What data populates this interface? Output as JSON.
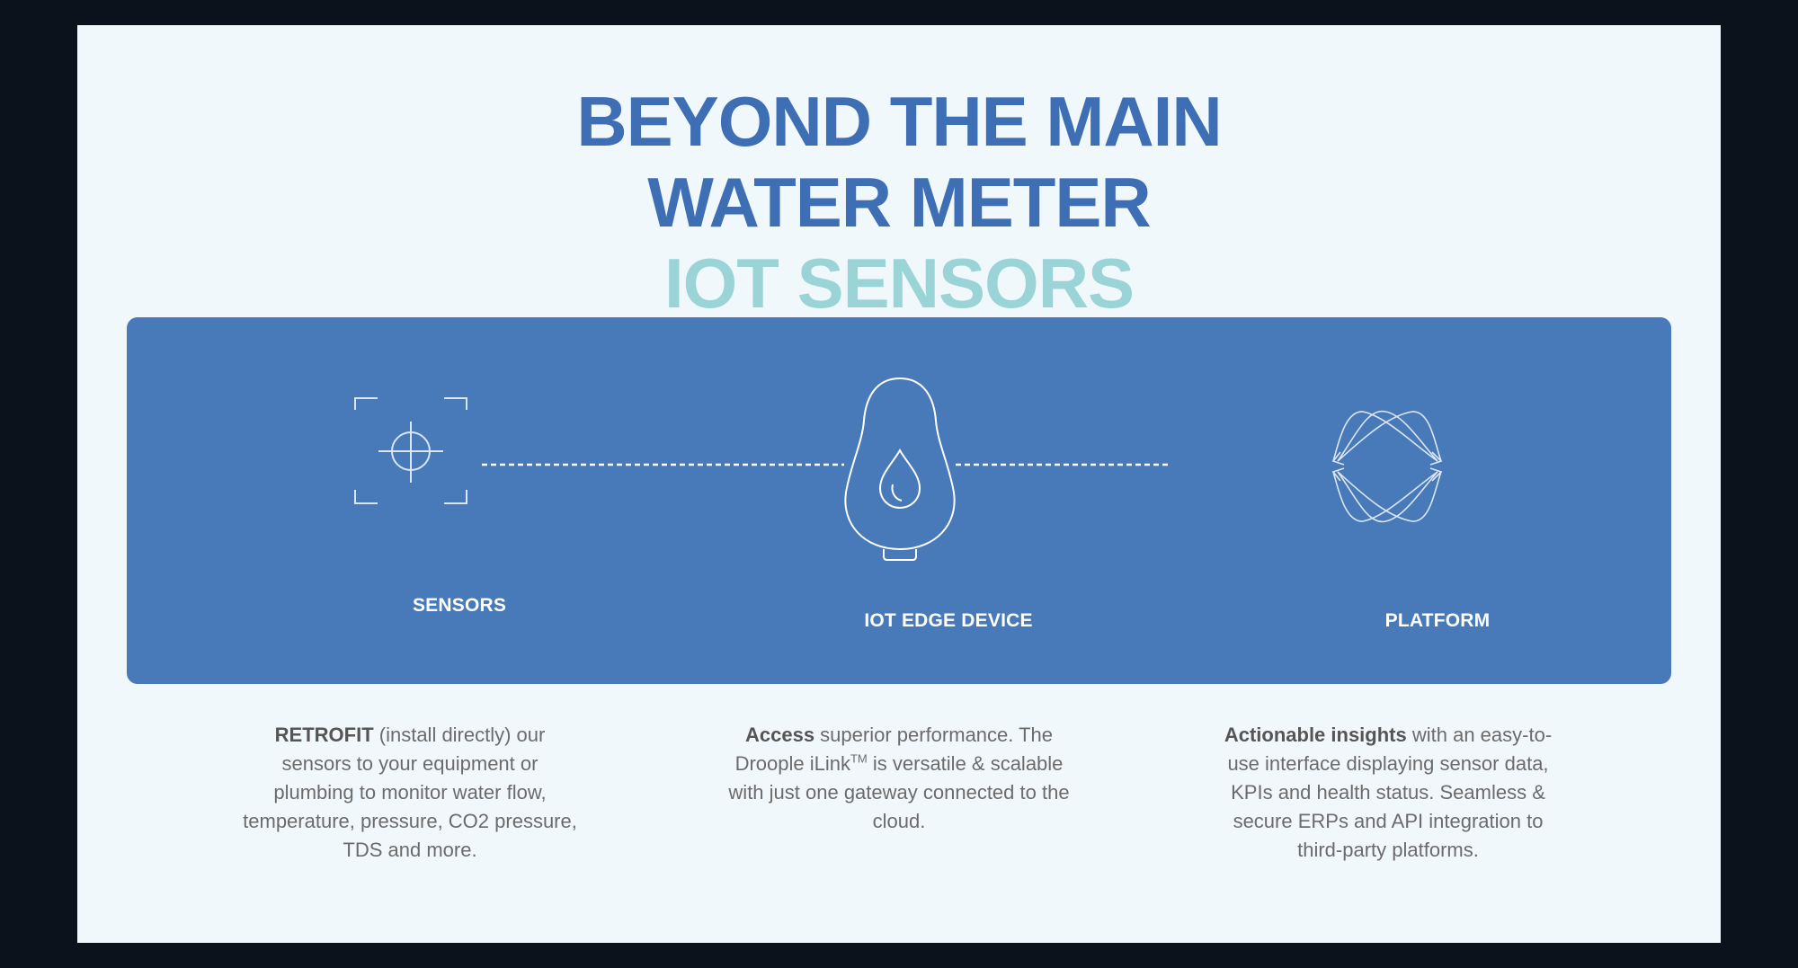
{
  "title": {
    "line1": "BEYOND THE MAIN",
    "line2": "WATER METER",
    "line3": "IOT SENSORS"
  },
  "stages": {
    "sensors": {
      "label": "SENSORS",
      "icon": "sensor-crosshair-icon",
      "desc_bold": "RETROFIT",
      "desc_rest": " (install directly) our sensors to your equipment or plumbing to monitor water flow, temperature, pressure, CO2 pressure, TDS and more."
    },
    "edge": {
      "label": "IOT EDGE DEVICE",
      "icon": "water-drop-device-icon",
      "desc_bold": "Access",
      "desc_rest_1": " superior performance. The Droople iLink",
      "desc_sup": "TM",
      "desc_rest_2": " is versatile & scalable with just one gateway connected to the cloud."
    },
    "platform": {
      "label": "PLATFORM",
      "icon": "platform-arrows-icon",
      "desc_bold": "Actionable insights",
      "desc_rest": " with an easy-to-use interface displaying sensor data, KPIs and health status. Seamless & secure ERPs and API integration to third-party platforms."
    }
  },
  "colors": {
    "background": "#0b121b",
    "slide": "#f1f8fc",
    "title_primary": "#3e6eb4",
    "title_accent": "#9bd4d6",
    "panel": "#4879b8",
    "body_text": "#6b6b6b"
  }
}
